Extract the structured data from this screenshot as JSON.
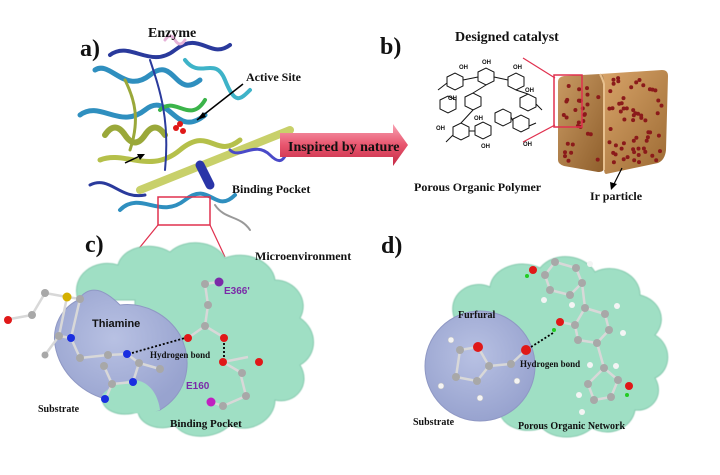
{
  "panels": {
    "a": {
      "letter": "a)",
      "title": "Enzyme",
      "annotations": {
        "active_site": "Active Site",
        "binding_pocket": "Binding Pocket"
      }
    },
    "b": {
      "letter": "b)",
      "title": "Designed catalyst",
      "polymer_label": "Porous Organic Polymer",
      "particle_label": "Ir particle",
      "oh_label": "OH"
    },
    "c": {
      "letter": "c)",
      "title": "Microenvironment",
      "labels": {
        "thiamine": "Thiamine",
        "hydrogen_bond": "Hydrogen bond",
        "substrate": "Substrate",
        "binding_pocket": "Binding Pocket",
        "residue_1": "E366'",
        "residue_2": "E160"
      }
    },
    "d": {
      "letter": "d)",
      "labels": {
        "furfural": "Furfural",
        "hydrogen_bond": "Hydrogen bond",
        "substrate": "Substrate",
        "network": "Porous Organic Network"
      }
    }
  },
  "arrow": {
    "label": "Inspired by nature"
  },
  "colors": {
    "pocket_green": "#9fdfc4",
    "substrate_blue": "#aab4d9",
    "highlight_red": "#e0304e",
    "arrow_pink": "#e8556e",
    "cube_bronze": "#b8844a",
    "ir_dot": "#8b1a1a",
    "residue_purple": "#7b2aa8",
    "atom_oxygen": "#e01818",
    "atom_nitrogen": "#1a2ee0",
    "atom_carbon": "#a8a8a8",
    "atom_sulfur": "#d4b000",
    "atom_hydrogen": "#f4f4f4",
    "atom_h_bond": "#22cc22"
  }
}
